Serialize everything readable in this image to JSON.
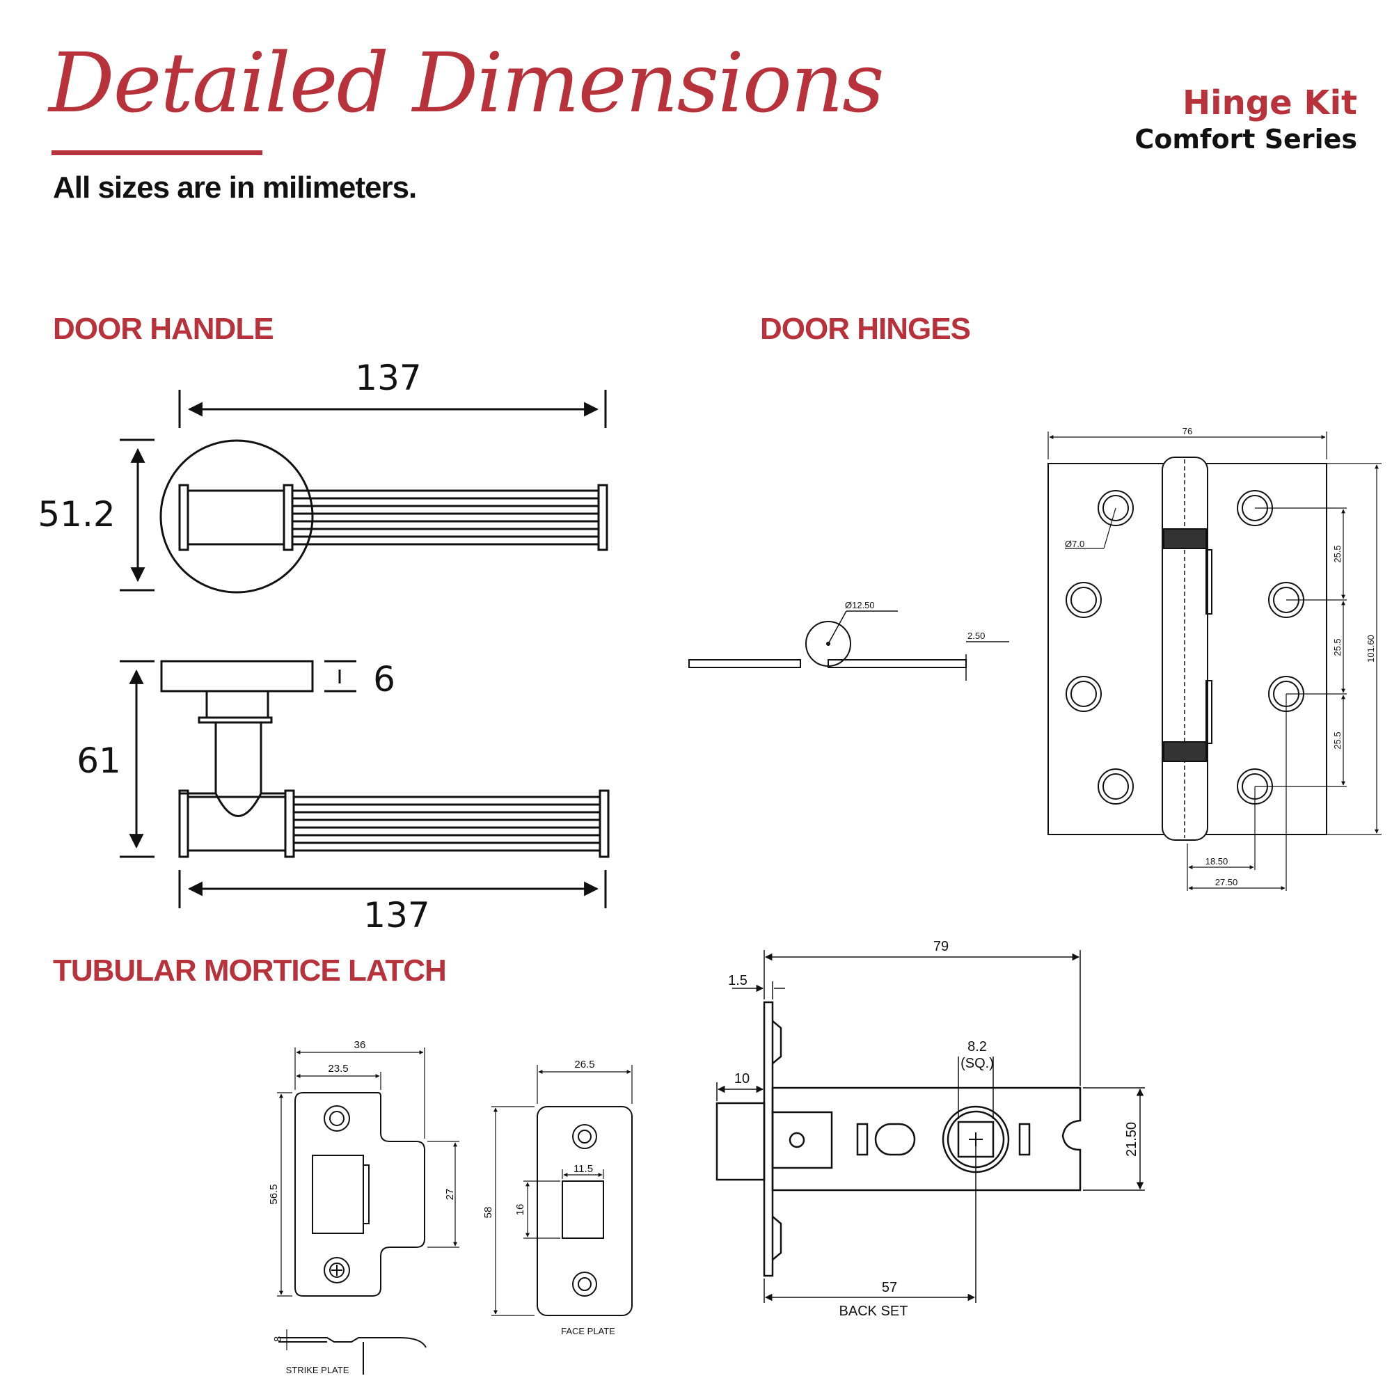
{
  "header": {
    "title": "Detailed Dimensions",
    "units_note": "All sizes are in milimeters.",
    "product_name": "Hinge Kit",
    "product_series": "Comfort Series"
  },
  "sections": {
    "door_handle": "DOOR HANDLE",
    "door_hinges": "DOOR HINGES",
    "latch": "TUBULAR MORTICE LATCH"
  },
  "handle_dims": {
    "top_length": "137",
    "rose_height": "51.2",
    "rose_thickness": "6",
    "projection": "61",
    "bottom_length": "137"
  },
  "hinge_dims": {
    "width": "76",
    "screw_hole": "Ø7.0",
    "knuckle": "Ø12.50",
    "leaf_thickness": "2.50",
    "pitch_1": "25.5",
    "pitch_2": "25.5",
    "pitch_3": "25.5",
    "height": "101.60",
    "hole_offset_1": "18.50",
    "hole_offset_2": "27.50"
  },
  "latch_dims": {
    "strike_width": "36",
    "strike_inner": "23.5",
    "strike_height": "56.5",
    "strike_tongue": "27",
    "strike_depth": "8",
    "strike_label": "STRIKE PLATE",
    "face_width": "26.5",
    "face_height": "58",
    "face_slot_width": "11.5",
    "face_slot_height": "16",
    "face_label": "FACE PLATE",
    "body_length": "79",
    "plate_thickness": "1.5",
    "latch_throw": "10",
    "spindle": "8.2",
    "spindle_note": "(SQ.)",
    "body_height": "21.50",
    "backset": "57",
    "backset_label": "BACK SET"
  },
  "colors": {
    "accent": "#b8323b",
    "ink": "#111111"
  }
}
